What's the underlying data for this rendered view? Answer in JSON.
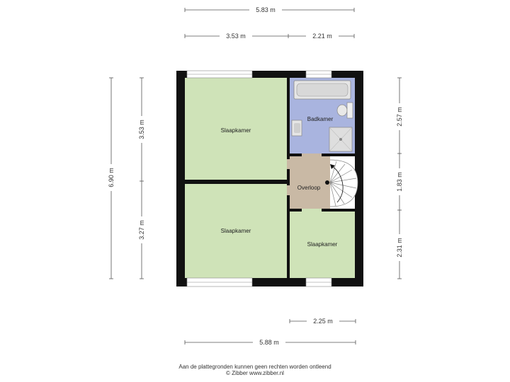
{
  "dimensions": {
    "top_total": "5.83 m",
    "top_left": "3.53 m",
    "top_right": "2.21 m",
    "left_total": "6.90 m",
    "left_upper": "3.53 m",
    "left_lower": "3.27 m",
    "right_upper": "2.57 m",
    "right_middle": "1.83 m",
    "right_lower": "2.31 m",
    "bottom_small": "2.25 m",
    "bottom_total": "5.88 m"
  },
  "rooms": {
    "bedroom_top": "Slaapkamer",
    "bedroom_bottom": "Slaapkamer",
    "bedroom_small": "Slaapkamer",
    "bathroom": "Badkamer",
    "landing": "Overloop"
  },
  "colors": {
    "bedroom": "#cfe3b8",
    "bathroom": "#a9b4df",
    "landing": "#c9b9a5",
    "wall": "#111111"
  },
  "footer": {
    "line1": "Aan de plattegronden kunnen geen rechten worden ontleend",
    "line2": "© Zibber www.zibber.nl"
  }
}
